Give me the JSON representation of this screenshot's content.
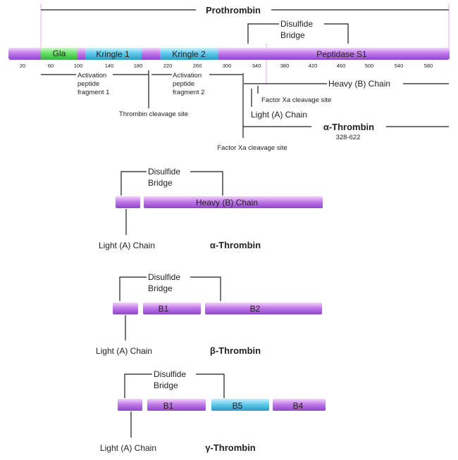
{
  "prothrombin": {
    "title": "Prothrombin",
    "disulfide_label": [
      "Disulfide",
      "Bridge"
    ],
    "domains": [
      "Gla",
      "Kringle 1",
      "Kringle 2",
      "Peptidase S1"
    ],
    "ticks": [
      "20",
      "60",
      "100",
      "140",
      "180",
      "220",
      "260",
      "300",
      "340",
      "380",
      "420",
      "460",
      "500",
      "540",
      "580"
    ],
    "activation_fragment_1": [
      "Activation",
      "peptide",
      "fragment 1"
    ],
    "activation_fragment_2": [
      "Activation",
      "peptide",
      "fragment 2"
    ],
    "thrombin_cleavage": "Thrombin cleavage site",
    "factor_xa_cleavage_1": "Factor Xa cleavage site",
    "factor_xa_cleavage_2": "Factor Xa cleavage site",
    "heavy_chain": "Heavy (B) Chain",
    "light_chain": "Light (A) Chain",
    "alpha_title": "α-Thrombin",
    "alpha_range": "328-622"
  },
  "alpha_thrombin": {
    "disulfide_label": [
      "Disulfide",
      "Bridge"
    ],
    "heavy_chain": "Heavy (B) Chain",
    "light_chain": "Light (A) Chain",
    "title": "α-Thrombin"
  },
  "beta_thrombin": {
    "disulfide_label": [
      "Disulfide",
      "Bridge"
    ],
    "segments": [
      "B1",
      "B2"
    ],
    "light_chain": "Light (A) Chain",
    "title": "β-Thrombin"
  },
  "gamma_thrombin": {
    "disulfide_label": [
      "Disulfide",
      "Bridge"
    ],
    "segments": [
      "B1",
      "B5",
      "B4"
    ],
    "light_chain": "Light (A) Chain",
    "title": "γ-Thrombin"
  },
  "colors": {
    "purple": "#b56be3",
    "gla_green": "#63dd63",
    "kringle_cyan": "#5cc7ea",
    "b5_blue": "#6fc8ee"
  }
}
